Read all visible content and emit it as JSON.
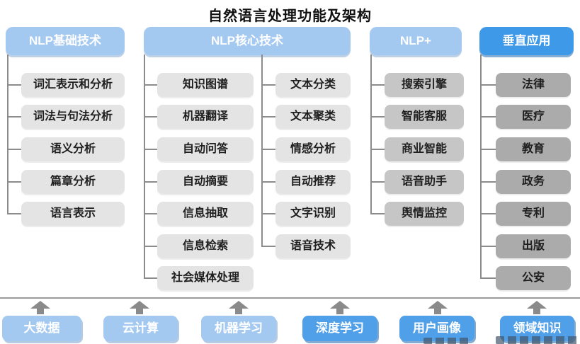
{
  "title": "自然语言处理功能及架构",
  "colors": {
    "header_light_blue": "#a4c9f1",
    "header_bright_blue": "#3e99e9",
    "item_gray_light": "#e4e4e4",
    "item_gray_medium": "#c6c6c6",
    "item_gray_dark": "#ababab",
    "foundation_light_blue": "#a4c9f1",
    "foundation_bright_blue": "#4f9fe9",
    "connector_gray": "#8c8c8c"
  },
  "columns": [
    {
      "header": "NLP基础技术",
      "items": [
        "词汇表示和分析",
        "词法与句法分析",
        "语义分析",
        "篇章分析",
        "语言表示"
      ]
    },
    {
      "header": "NLP核心技术",
      "items_left": [
        "知识图谱",
        "机器翻译",
        "自动问答",
        "自动摘要",
        "信息抽取",
        "信息检索",
        "社会媒体处理"
      ],
      "items_right": [
        "文本分类",
        "文本聚类",
        "情感分析",
        "自动推荐",
        "文字识别",
        "语音技术"
      ]
    },
    {
      "header": "NLP+",
      "items": [
        "搜索引擎",
        "智能客服",
        "商业智能",
        "语音助手",
        "舆情监控"
      ]
    },
    {
      "header": "垂直应用",
      "items": [
        "法律",
        "医疗",
        "教育",
        "政务",
        "专利",
        "出版",
        "公安"
      ]
    }
  ],
  "foundation": {
    "labels": [
      "大数据",
      "云计算",
      "机器学习",
      "深度学习",
      "用户画像",
      "领域知识"
    ]
  }
}
